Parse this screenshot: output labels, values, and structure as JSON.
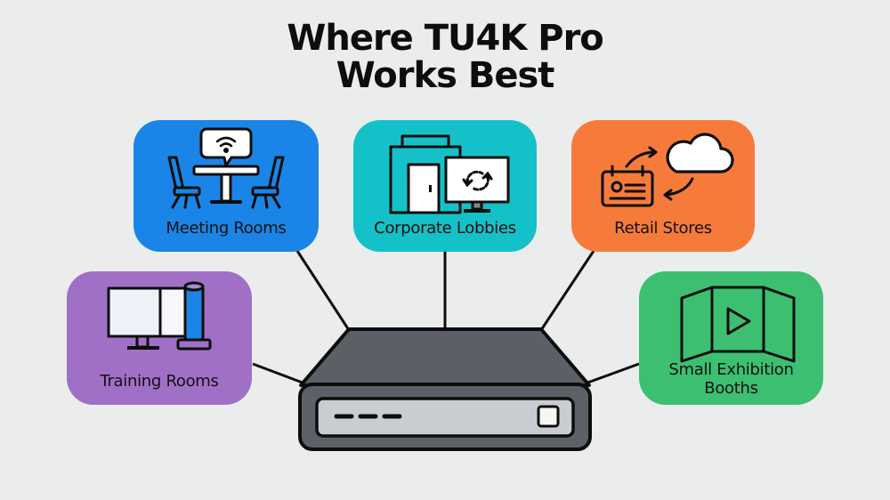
{
  "title": {
    "line1": "Where TU4K Pro",
    "line2": "Works Best"
  },
  "colors": {
    "background": "#ebedec",
    "meeting_rooms": "#1a85e6",
    "corporate_lobbies": "#15c1c8",
    "retail_stores": "#f67b3b",
    "training_rooms": "#a070c6",
    "small_exhibition_booths": "#3dbf72",
    "device_body": "#5c6066",
    "device_panel": "#c9cdd2",
    "outline": "#0d0d0d"
  },
  "hub": {
    "name": "TU4K Pro device",
    "icon": "media-player-device-icon"
  },
  "use_cases": [
    {
      "id": "meeting-rooms",
      "label": "Meeting Rooms",
      "icon": "table-chairs-wifi-icon"
    },
    {
      "id": "corporate-lobbies",
      "label": "Corporate Lobbies",
      "icon": "building-monitor-sync-icon"
    },
    {
      "id": "retail-stores",
      "label": "Retail Stores",
      "icon": "signage-cloud-sync-icon"
    },
    {
      "id": "training-rooms",
      "label": "Training Rooms",
      "icon": "monitor-banner-icon"
    },
    {
      "id": "small-exhibition-booths",
      "label": "Small Exhibition\nBooths",
      "label_line1": "Small Exhibition",
      "label_line2": "Booths",
      "icon": "folding-display-play-icon"
    }
  ]
}
